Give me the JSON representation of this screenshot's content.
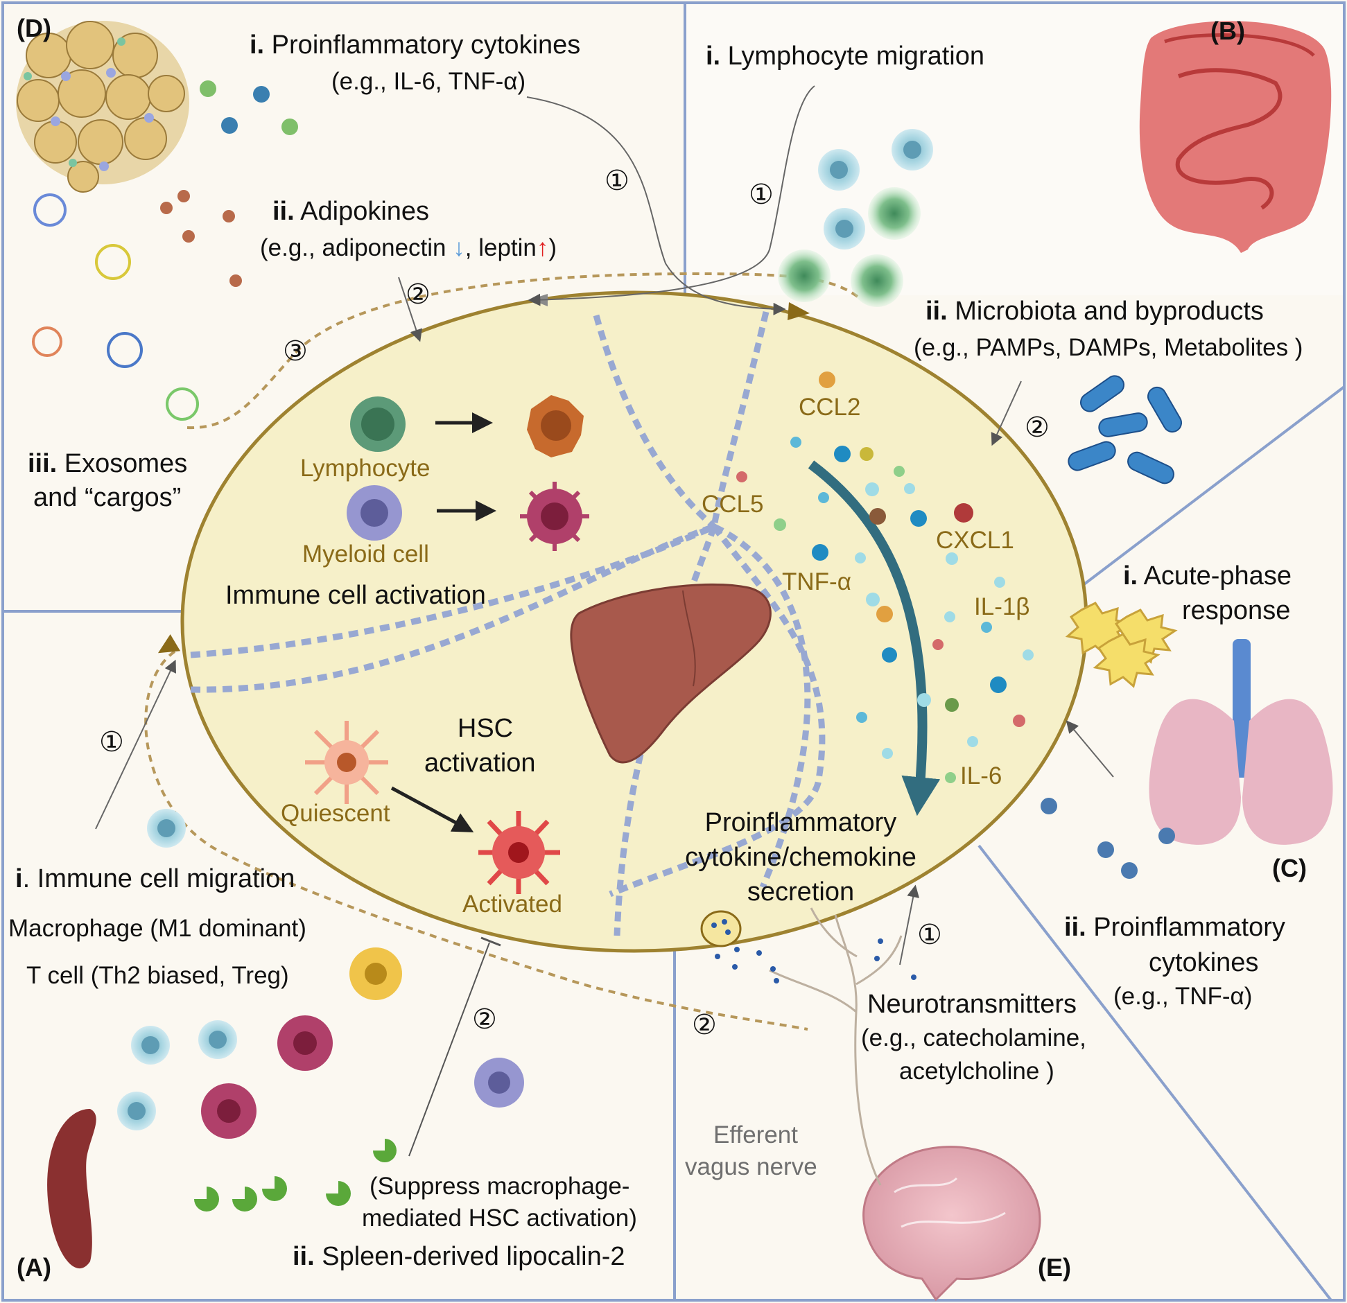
{
  "panels": {
    "A": "(A)",
    "B": "(B)",
    "C": "(C)",
    "D": "(D)",
    "E": "(E)"
  },
  "circled": {
    "one": "①",
    "two": "②",
    "three": "③"
  },
  "D": {
    "i_num": "i.",
    "i_text": " Proinflammatory cytokines",
    "i_eg": "(e.g., IL-6, TNF-α)",
    "ii_num": "ii.",
    "ii_text": " Adipokines",
    "ii_eg_a": "(e.g., adiponectin ",
    "ii_eg_b": ", leptin",
    "ii_eg_c": ")",
    "iii_num": "iii.",
    "iii_text": " Exosomes",
    "iii_text2": "and “cargos”"
  },
  "B": {
    "i_num": "i.",
    "i_text": " Lymphocyte migration",
    "ii_num": "ii.",
    "ii_text": " Microbiota and byproducts",
    "ii_eg": "(e.g., PAMPs, DAMPs, Metabolites )"
  },
  "C": {
    "i_num": "i.",
    "i_text": "  Acute-phase",
    "i_text2": "response",
    "ii_num": "ii.",
    "ii_text": " Proinflammatory",
    "ii_text2": "cytokines",
    "ii_eg": "(e.g., TNF-α)"
  },
  "A": {
    "i_num": "i",
    "i_text": ". Immune cell migration",
    "mac": "Macrophage (M1 dominant)",
    "tcell": "T cell (Th2 biased, Treg)",
    "sup1": "(Suppress macrophage-",
    "sup2": "mediated HSC activation)",
    "ii_num": "ii.",
    "ii_text": " Spleen-derived lipocalin-2"
  },
  "E": {
    "neuro": "Neurotransmitters",
    "eg1": "(e.g., catecholamine,",
    "eg2": "acetylcholine )",
    "vagus1": "Efferent",
    "vagus2": "vagus nerve"
  },
  "liver": {
    "lymphocyte": "Lymphocyte",
    "myeloid": "Myeloid cell",
    "immune_act": "Immune cell activation",
    "hsc1": "HSC",
    "hsc2": "activation",
    "quiescent": "Quiescent",
    "activated": "Activated",
    "secr1": "Proinflammatory",
    "secr2": "cytokine/chemokine",
    "secr3": "secretion",
    "ccl2": "CCL2",
    "ccl5": "CCL5",
    "cxcl1": "CXCL1",
    "tnfa": "TNF-α",
    "il1b": "IL-1β",
    "il6": "IL-6"
  },
  "colors": {
    "frame": "#8aa0cc",
    "ellipse_fill": "#f6f0c9",
    "ellipse_stroke": "#9e8230",
    "dashed": "#98a8d2",
    "gold_text": "#8a6a18"
  }
}
